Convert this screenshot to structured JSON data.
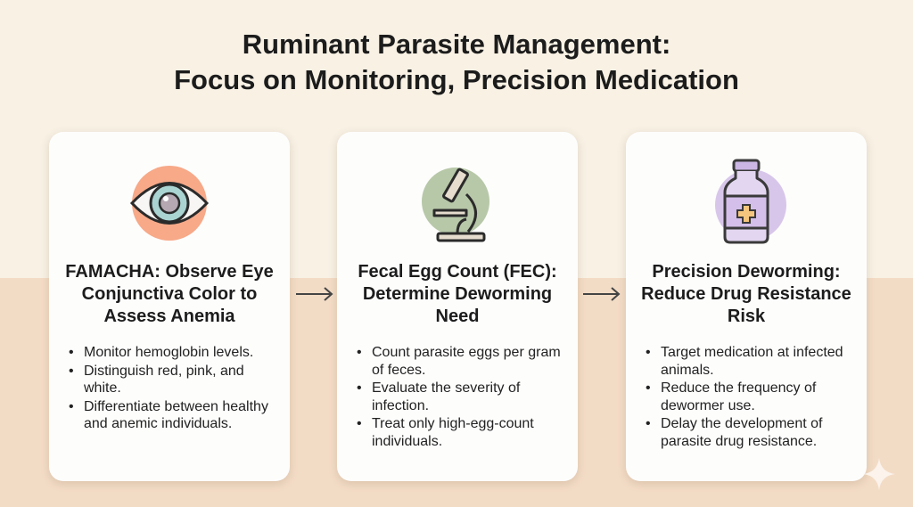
{
  "title": {
    "line1": "Ruminant Parasite Management:",
    "line2": "Focus on Monitoring, Precision Medication"
  },
  "cards": [
    {
      "icon": "eye-icon",
      "title": "FAMACHA: Observe Eye Conjunctiva Color to Assess Anemia",
      "bullets": [
        "Monitor hemoglobin levels.",
        "Distinguish red, pink, and white.",
        "Differentiate between healthy and anemic individuals."
      ]
    },
    {
      "icon": "microscope-icon",
      "title": "Fecal Egg Count (FEC): Determine Deworming Need",
      "bullets": [
        "Count parasite eggs per gram of feces.",
        "Evaluate the severity of infection.",
        "Treat only high-egg-count individuals."
      ]
    },
    {
      "icon": "medicine-bottle-icon",
      "title": "Precision Deworming: Reduce Drug Resistance Risk",
      "bullets": [
        "Target medication at infected animals.",
        "Reduce the frequency of dewormer use.",
        "Delay the development of parasite drug resistance."
      ]
    }
  ],
  "colors": {
    "eye": "#f7a988",
    "microscope": "#b7c8a8",
    "bottle": "#d8c6ea"
  }
}
